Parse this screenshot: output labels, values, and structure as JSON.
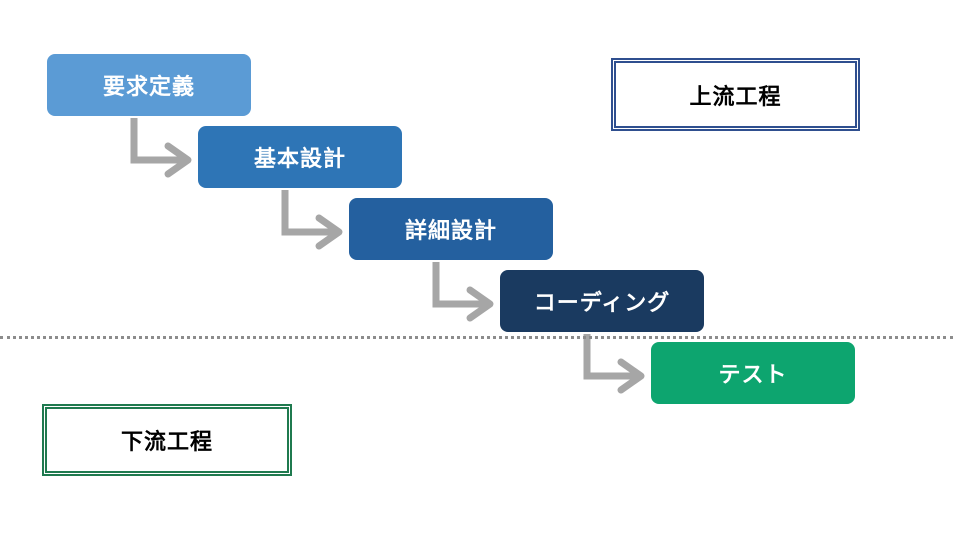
{
  "diagram": {
    "steps": [
      {
        "label": "要求定義",
        "color": "#5b9bd5"
      },
      {
        "label": "基本設計",
        "color": "#2e75b6"
      },
      {
        "label": "詳細設計",
        "color": "#24609f"
      },
      {
        "label": "コーディング",
        "color": "#1a3a60"
      },
      {
        "label": "テスト",
        "color": "#0da56f"
      }
    ],
    "connector_color": "#a6a6a6",
    "divider_style": "dotted",
    "phases": {
      "upstream": {
        "label": "上流工程",
        "border_color": "#2f4f8f"
      },
      "downstream": {
        "label": "下流工程",
        "border_color": "#1f7a4f"
      }
    }
  }
}
